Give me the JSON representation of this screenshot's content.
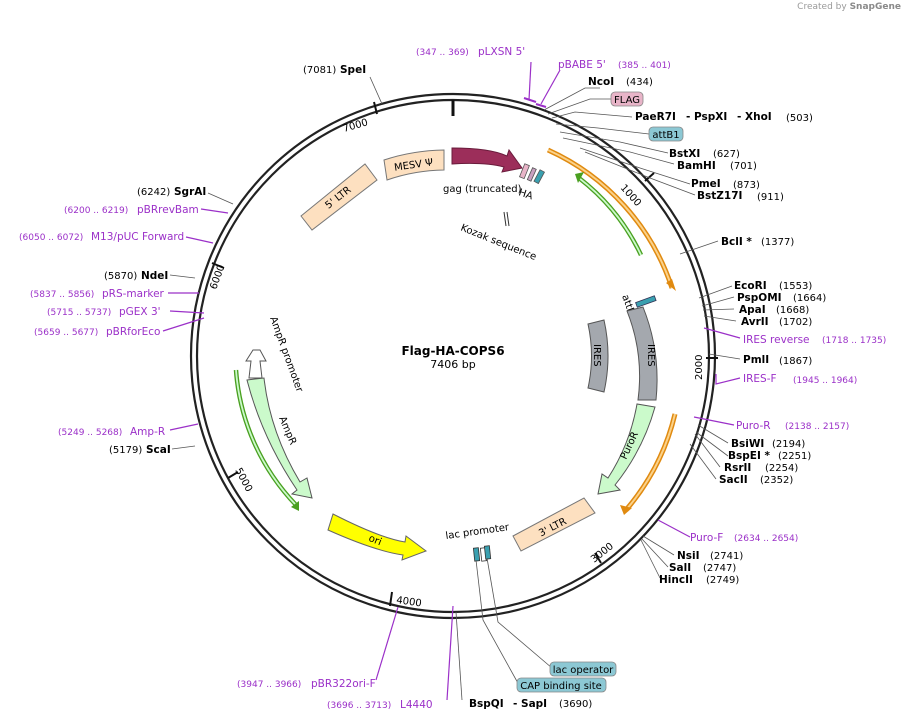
{
  "brand": {
    "created_by": "Created by",
    "name": "SnapGene"
  },
  "plasmid": {
    "name": "Flag-HA-COPS6",
    "size": "7406 bp"
  },
  "ticks": [
    "1000",
    "2000",
    "3000",
    "4000",
    "5000",
    "6000",
    "7000"
  ],
  "sites": {
    "s1": {
      "name": "SpeI",
      "pos": "(7081)"
    },
    "s2": {
      "name": "NcoI",
      "pos": "(434)"
    },
    "s3a": {
      "name": "PaeR7I",
      "mid": "- PspXI",
      "mid2": "- XhoI",
      "pos": "(503)"
    },
    "s4": {
      "name": "BstXI",
      "pos": "(627)"
    },
    "s5": {
      "name": "BamHI",
      "pos": "(701)"
    },
    "s6": {
      "name": "PmeI",
      "pos": "(873)"
    },
    "s7": {
      "name": "BstZ17I",
      "pos": "(911)"
    },
    "s8": {
      "name": "BclI *",
      "pos": "(1377)"
    },
    "s9": {
      "name": "EcoRI",
      "pos": "(1553)"
    },
    "s10": {
      "name": "PspOMI",
      "pos": "(1664)"
    },
    "s11": {
      "name": "ApaI",
      "pos": "(1668)"
    },
    "s12": {
      "name": "AvrII",
      "pos": "(1702)"
    },
    "s13": {
      "name": "PmlI",
      "pos": "(1867)"
    },
    "s14": {
      "name": "BsiWI",
      "pos": "(2194)"
    },
    "s15": {
      "name": "BspEI *",
      "pos": "(2251)"
    },
    "s16": {
      "name": "RsrII",
      "pos": "(2254)"
    },
    "s17": {
      "name": "SacII",
      "pos": "(2352)"
    },
    "s18": {
      "name": "NsiI",
      "pos": "(2741)"
    },
    "s19": {
      "name": "SalI",
      "pos": "(2747)"
    },
    "s20": {
      "name": "HincII",
      "pos": "(2749)"
    },
    "s21a": {
      "name": "BspQI",
      "mid": "- SapI",
      "pos": "(3690)"
    },
    "s22": {
      "name": "ScaI",
      "pos": "(5179)"
    },
    "s23": {
      "name": "NdeI",
      "pos": "(5870)"
    },
    "s24": {
      "name": "SgrAI",
      "pos": "(6242)"
    }
  },
  "primers": {
    "p1": {
      "name": "pLXSN 5'",
      "pos": "(347 .. 369)"
    },
    "p2": {
      "name": "pBABE 5'",
      "pos": "(385 .. 401)"
    },
    "p3": {
      "name": "IRES reverse",
      "pos": "(1718 .. 1735)"
    },
    "p4": {
      "name": "IRES-F",
      "pos": "(1945 .. 1964)"
    },
    "p5": {
      "name": "Puro-R",
      "pos": "(2138 .. 2157)"
    },
    "p6": {
      "name": "Puro-F",
      "pos": "(2634 .. 2654)"
    },
    "p7": {
      "name": "pBR322ori-F",
      "pos": "(3947 .. 3966)"
    },
    "p8": {
      "name": "L4440",
      "pos": "(3696 .. 3713)"
    },
    "p9": {
      "name": "Amp-R",
      "pos": "(5249 .. 5268)"
    },
    "p10": {
      "name": "pBRforEco",
      "pos": "(5659 .. 5677)"
    },
    "p11": {
      "name": "pGEX 3'",
      "pos": "(5715 .. 5737)"
    },
    "p12": {
      "name": "pRS-marker",
      "pos": "(5837 .. 5856)"
    },
    "p13": {
      "name": "M13/pUC Forward",
      "pos": "(6050 .. 6072)"
    },
    "p14": {
      "name": "pBRrevBam",
      "pos": "(6200 .. 6219)"
    }
  },
  "features": {
    "flag": "FLAG",
    "attb1": "attB1",
    "attb2": "attB2",
    "lac_operator": "lac operator",
    "cap_site": "CAP binding site",
    "ltr5": "5' LTR",
    "mesv": "MESV Ψ",
    "gag": "gag (truncated)",
    "ha": "HA",
    "kozak": "Kozak sequence",
    "ires": "IRES",
    "ires_inner": "IRES",
    "puror": "PuroR",
    "ltr3": "3' LTR",
    "lac_promoter": "lac promoter",
    "ori": "ori",
    "ampr": "AmpR",
    "ampr_promoter": "AmpR promoter"
  },
  "colors": {
    "backbone": "#222222",
    "primer": "#9b30c8",
    "ltr": "#fde0c0",
    "gag": "#9c2e5a",
    "ires": "#a4a8ae",
    "puror": "#cbfacb",
    "ampr": "#cbfacb",
    "ori": "#ffff00",
    "orf_orange": "#f0a020",
    "orf_green": "#5cbf1f",
    "attb": "#8cc8d4",
    "flag": "#e8b4c8"
  }
}
